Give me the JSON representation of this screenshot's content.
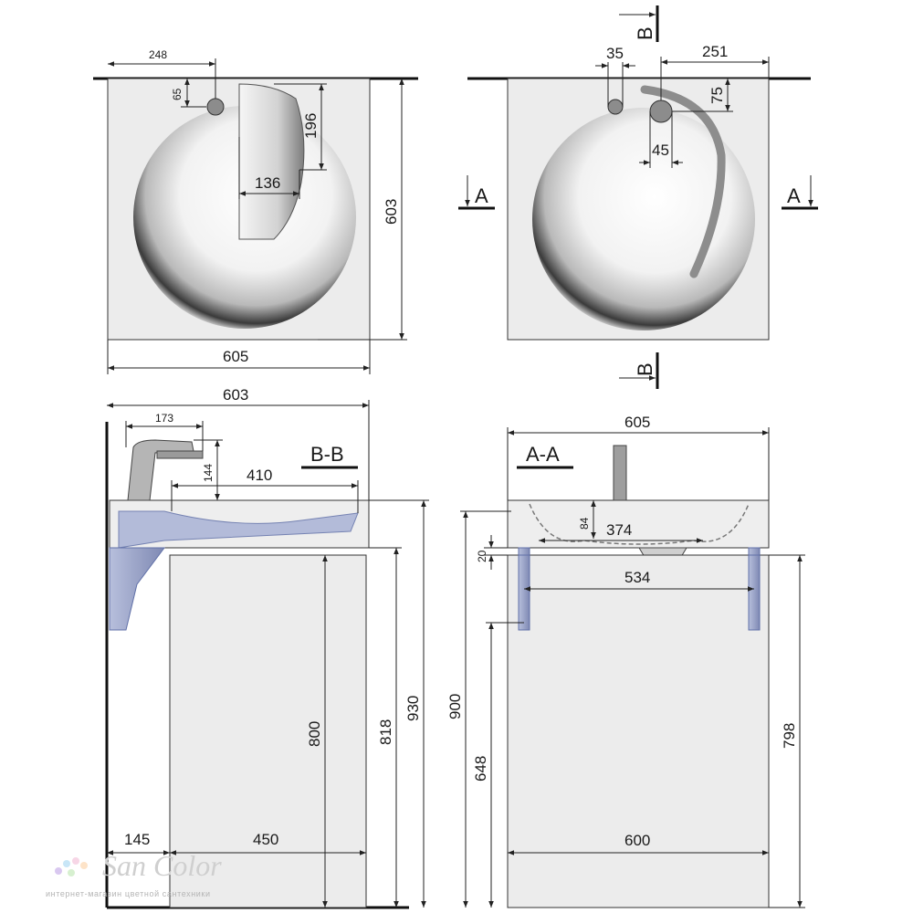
{
  "top_left_view": {
    "dims": {
      "faucet_offset_x": "248",
      "faucet_offset_y": "65",
      "splash_height": "196",
      "splash_width": "136",
      "overall_depth": "603",
      "overall_width": "605"
    }
  },
  "top_right_view": {
    "dims": {
      "hole_spacing": "35",
      "drain_offset_x": "251",
      "drain_offset_y": "75",
      "drain_diameter": "45"
    },
    "section_marks": {
      "a_left": "A",
      "a_right": "A",
      "b_top": "B",
      "b_bottom": "B"
    }
  },
  "section_bb": {
    "title": "B-B",
    "dims": {
      "top_width": "603",
      "faucet_reach": "173",
      "faucet_height": "144",
      "bowl_length": "410",
      "cabinet_height": "800",
      "mount_height": "818",
      "total_height": "930",
      "wall_gap": "145",
      "cabinet_depth": "450"
    }
  },
  "section_aa": {
    "title": "A-A",
    "dims": {
      "top_width": "605",
      "bowl_depth": "84",
      "bowl_width": "374",
      "edge_thickness": "20",
      "bracket_spacing": "534",
      "floor_height": "900",
      "bracket_height": "648",
      "cabinet_height": "798",
      "cabinet_width": "600"
    }
  },
  "watermark": {
    "brand": "San Color",
    "tagline": "интернет-магазин цветной сантехники"
  },
  "colors": {
    "line": "#222222",
    "surface": "#ececec",
    "bracket": "#8a93b8",
    "section_fill": "#a9b3d6"
  }
}
